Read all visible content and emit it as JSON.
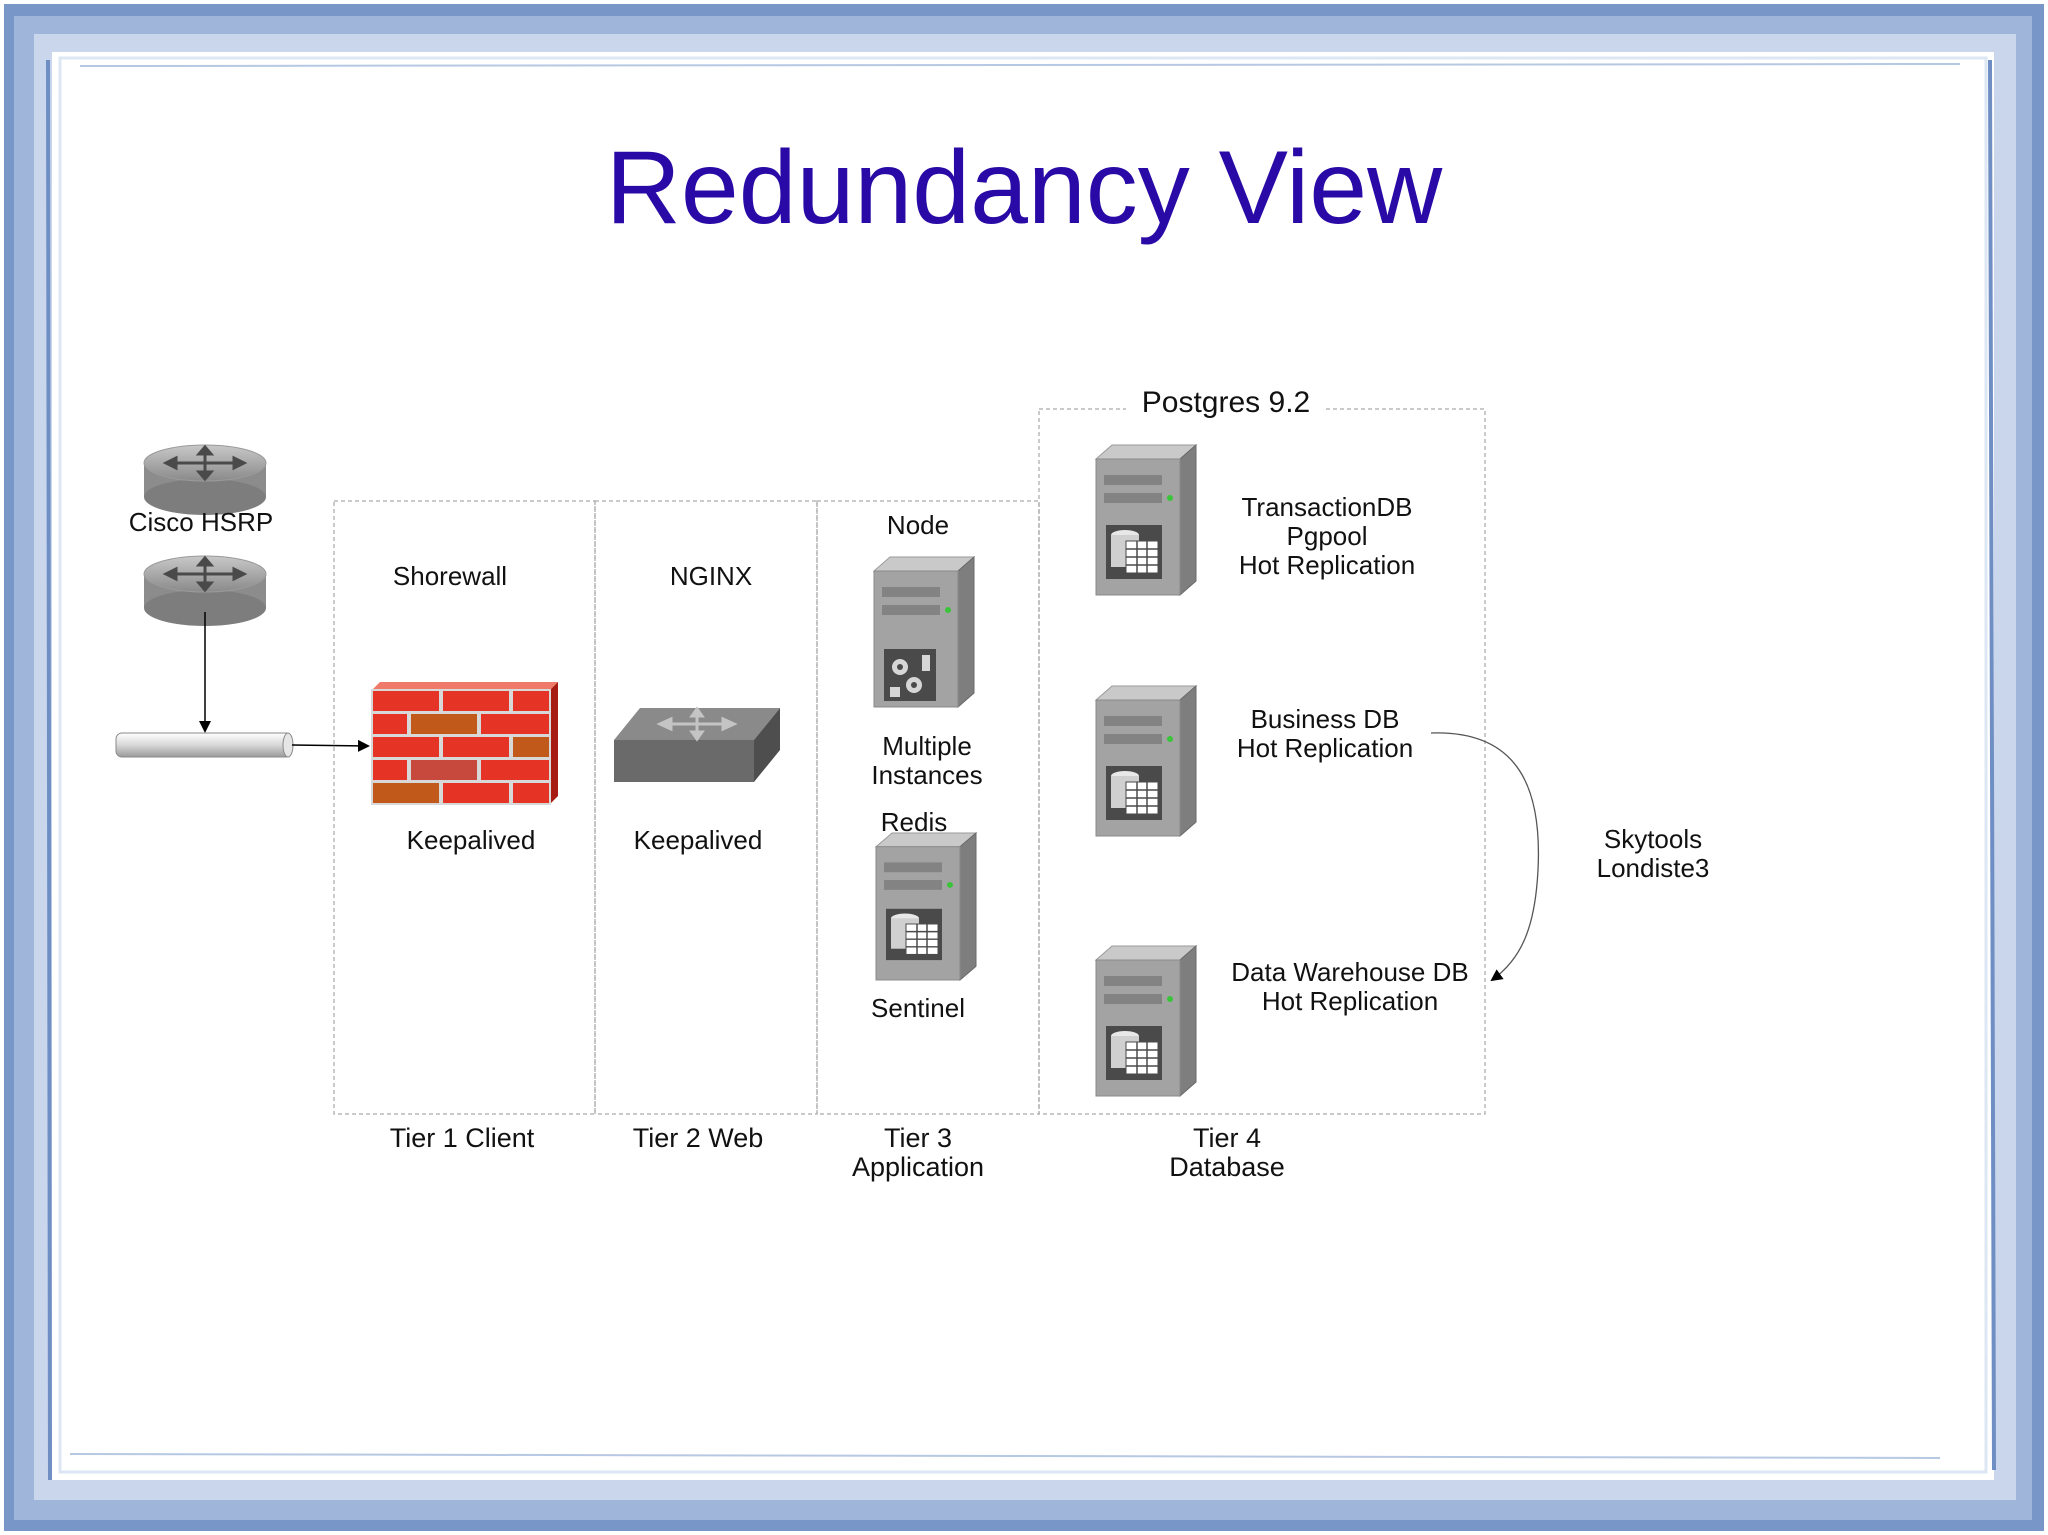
{
  "slide": {
    "title": "Redundancy View",
    "colors": {
      "title": "#2a0aa6",
      "frame": "#6f8fc4",
      "text": "#111111",
      "dash": "#b8b8b8",
      "firewall": "#e02a1c",
      "server": "#9c9c9c"
    }
  },
  "router": {
    "label": "Cisco HSRP",
    "icon": "router-icon"
  },
  "tier1": {
    "top_label": "Shorewall",
    "bottom_label": "Keepalived",
    "icon": "firewall-icon",
    "caption": "Tier 1 Client"
  },
  "tier2": {
    "top_label": "NGINX",
    "bottom_label": "Keepalived",
    "icon": "switch-icon",
    "caption": "Tier 2 Web"
  },
  "tier3": {
    "node_label": "Node",
    "node_sub": [
      "Multiple",
      "Instances"
    ],
    "redis_label": "Redis",
    "redis_sub": "Sentinel",
    "caption": [
      "Tier 3",
      "Application"
    ]
  },
  "tier4": {
    "header": "Postgres 9.2",
    "db1": [
      "TransactionDB",
      "Pgpool",
      "Hot Replication"
    ],
    "db2": [
      "Business DB",
      "Hot Replication"
    ],
    "db3": [
      "Data Warehouse DB",
      "Hot Replication"
    ],
    "caption": [
      "Tier 4",
      "Database"
    ]
  },
  "replication": {
    "label": [
      "Skytools",
      "Londiste3"
    ]
  }
}
